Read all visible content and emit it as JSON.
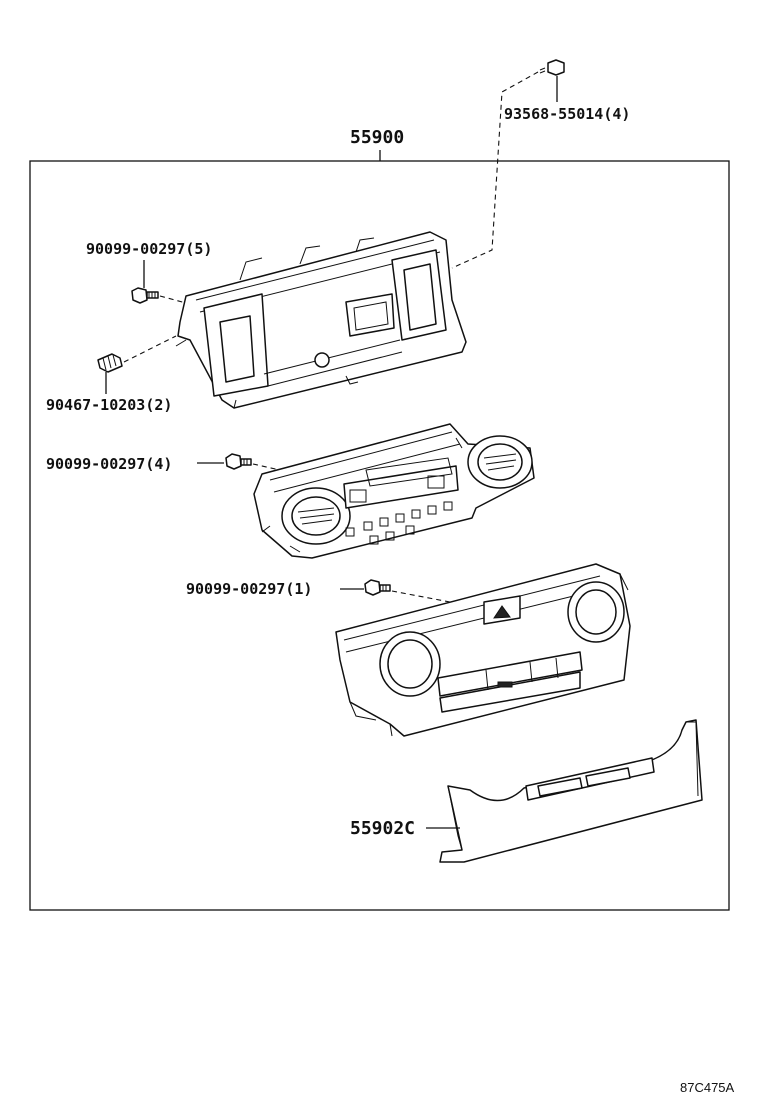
{
  "labels": {
    "assembly": "55900",
    "screw_top": "93568-55014(4)",
    "screw_bracket": "90099-00297(5)",
    "clip": "90467-10203(2)",
    "screw_control": "90099-00297(4)",
    "screw_panel": "90099-00297(1)",
    "cover": "55902C",
    "diagram_code": "87C475A"
  }
}
